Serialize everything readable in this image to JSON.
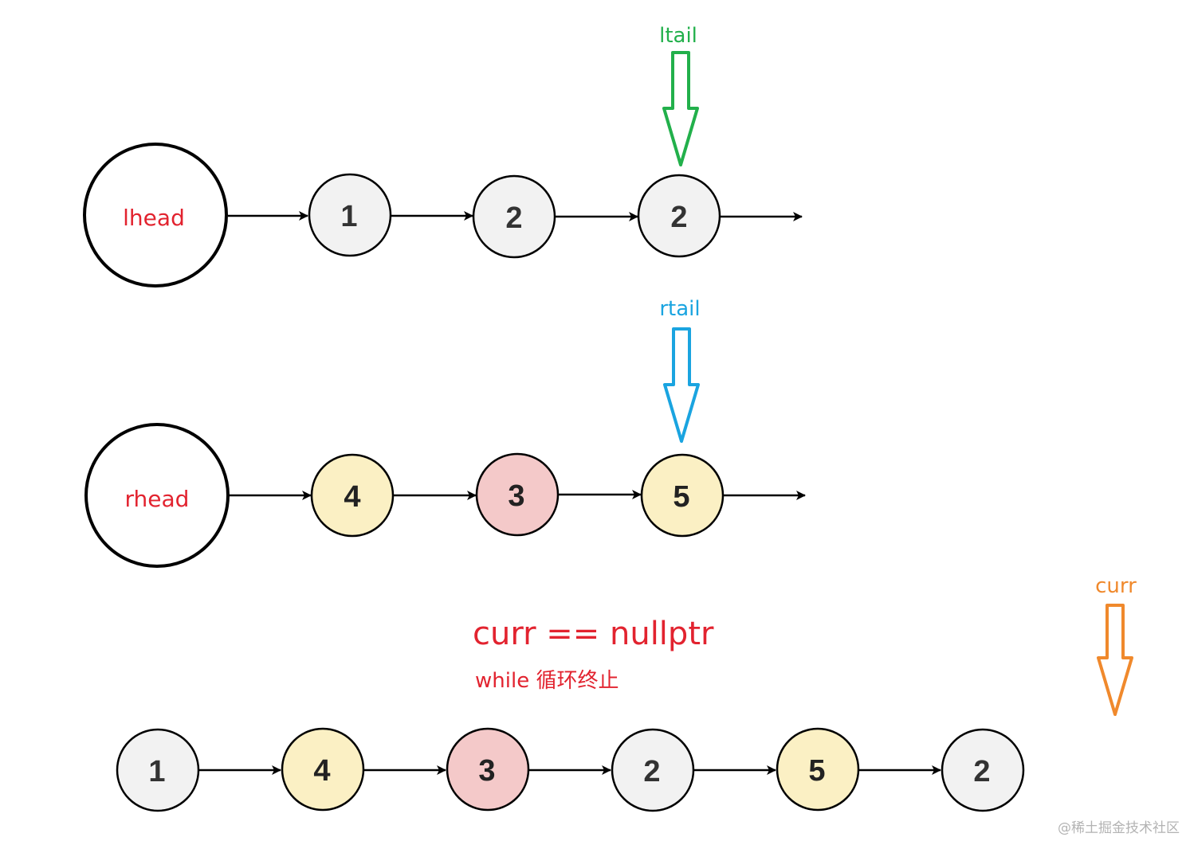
{
  "heads": {
    "left": "lhead",
    "right": "rhead"
  },
  "pointers": {
    "ltail": "ltail",
    "rtail": "rtail",
    "curr": "curr"
  },
  "lists": {
    "left": [
      "1",
      "2",
      "2"
    ],
    "right": [
      "4",
      "3",
      "5"
    ],
    "merged": [
      "1",
      "4",
      "3",
      "2",
      "5",
      "2"
    ]
  },
  "annotations": {
    "condition": "curr == nullptr",
    "note": "while 循环终止"
  },
  "watermark": "@稀土掘金技术社区",
  "colors": {
    "label_red": "#e2232f",
    "ltail_green": "#22b04b",
    "rtail_blue": "#1aa4e0",
    "curr_orange": "#f0892c",
    "node_gray": "#f2f2f2",
    "node_yellow": "#fbf0c4",
    "node_pink": "#f4c9c9"
  }
}
